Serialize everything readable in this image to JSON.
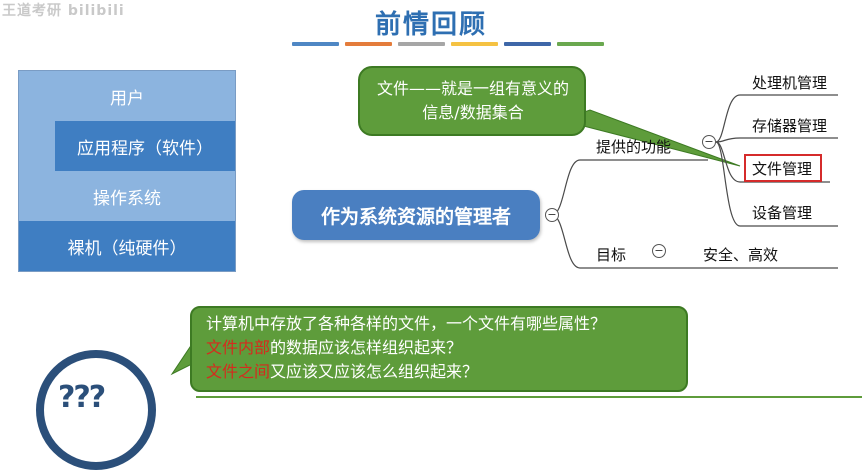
{
  "watermark": "王道考研 bilibili",
  "title": "前情回顾",
  "stripe_colors": [
    "#4f87c4",
    "#e47c3b",
    "#a6a6a6",
    "#f5c242",
    "#3e67a8",
    "#6aa84f"
  ],
  "os_layers": {
    "user": "用户",
    "application": "应用程序（软件）",
    "os": "操作系统",
    "hardware": "裸机（纯硬件）"
  },
  "mindmap": {
    "bubble": "文件——就是一组有意义的信息/数据集合",
    "root": "作为系统资源的管理者",
    "branch_functions": "提供的功能",
    "functions": [
      "处理机管理",
      "存储器管理",
      "文件管理",
      "设备管理"
    ],
    "branch_goal": "目标",
    "goal": "安全、高效"
  },
  "question": {
    "line1": "计算机中存放了各种各样的文件，一个文件有哪些属性？",
    "line2_red": "文件内部",
    "line2_rest": "的数据应该怎样组织起来？",
    "line3_red": "文件之间",
    "line3_rest": "又应该又应该怎么组织起来？"
  },
  "icon_text": "???",
  "colors": {
    "title": "#2e6fb2",
    "layer_light": "#8cb4df",
    "layer_dark": "#3f7ec2",
    "bubble_green": "#5e9c3b",
    "root_blue": "#4a7fc1",
    "highlight_red": "#d52b2b"
  }
}
